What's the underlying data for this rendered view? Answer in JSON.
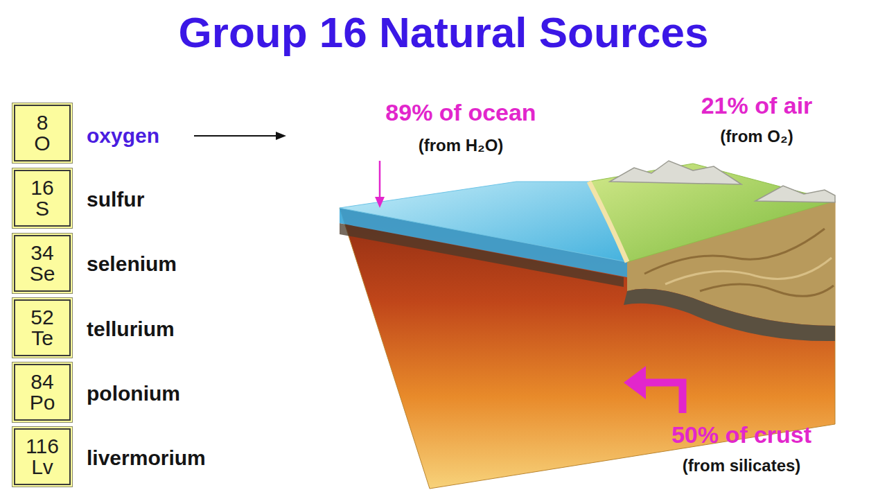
{
  "diagram": {
    "title": "Group 16 Natural Sources",
    "nodes": [
      {
        "text": [
          "8",
          "O"
        ]
      },
      {
        "text": [
          "16",
          "S"
        ]
      },
      {
        "text": [
          "34",
          "Se"
        ]
      },
      {
        "text": [
          "52",
          "Te"
        ]
      },
      {
        "text": [
          "84",
          "Po"
        ]
      },
      {
        "text": [
          "116",
          "Lv"
        ]
      }
    ],
    "labels": [
      "oxygen",
      "sulfur",
      "selenium",
      "tellurium",
      "polonium",
      "livermorium",
      "89% of ocean",
      "(from H₂O)",
      "21% of air",
      "(from O₂)",
      "50% of crust",
      "(from silicates)"
    ]
  }
}
